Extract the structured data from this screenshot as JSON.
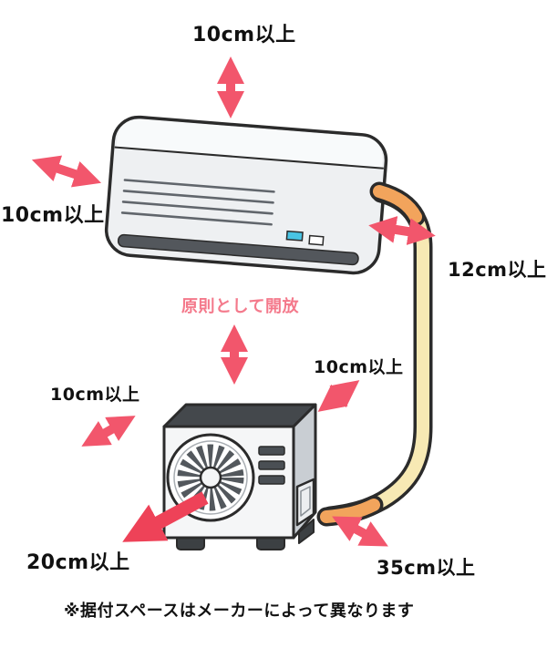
{
  "diagram": {
    "type": "air-conditioner-installation-clearances",
    "indoor_unit": {
      "clearance_top": "10cm以上",
      "clearance_left": "10cm以上",
      "clearance_right": "12cm以上"
    },
    "between_units": {
      "open_note": "原則として開放"
    },
    "outdoor_unit": {
      "clearance_upper_right": "10cm以上",
      "clearance_left": "10cm以上",
      "clearance_front": "20cm以上",
      "clearance_lower_right": "35cm以上"
    },
    "footnote": "※据付スペースはメーカーによって異なります",
    "colors": {
      "arrow": "#f2566c",
      "arrow_strong": "#ee4258",
      "open_text": "#f4798b",
      "pipe": "#f7e9b4",
      "pipe_joint": "#f2a45c",
      "unit_body": "#eef0f2",
      "unit_dark": "#44484c",
      "outline": "#2b2b2b",
      "indicator_cyan": "#49c4e4"
    }
  }
}
